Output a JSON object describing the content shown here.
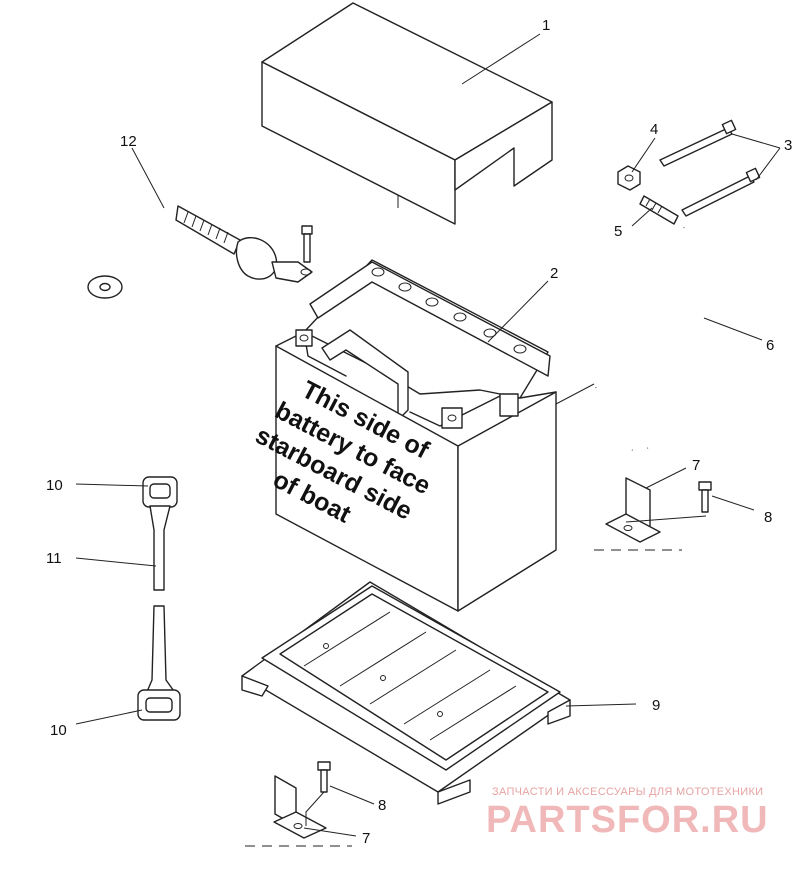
{
  "callouts": {
    "c1": "1",
    "c2": "2",
    "c3": "3",
    "c4": "4",
    "c5": "5",
    "c6": "6",
    "c7_right": "7",
    "c8_right": "8",
    "c9": "9",
    "c10_top": "10",
    "c11": "11",
    "c10_bottom": "10",
    "c12": "12",
    "c8_bottom": "8",
    "c7_bottom": "7"
  },
  "battery_label": {
    "line1": "This side of",
    "line2": "battery to face",
    "line3": "starboard side",
    "line4": "of boat"
  },
  "watermark": {
    "tagline": "ЗАПЧАСТИ И АКСЕССУАРЫ ДЛЯ МОТОТЕХНИКИ",
    "brand": "PARTSFOR.RU"
  },
  "colors": {
    "line": "#222222",
    "background": "#ffffff",
    "watermark": "#f0b8b8"
  }
}
